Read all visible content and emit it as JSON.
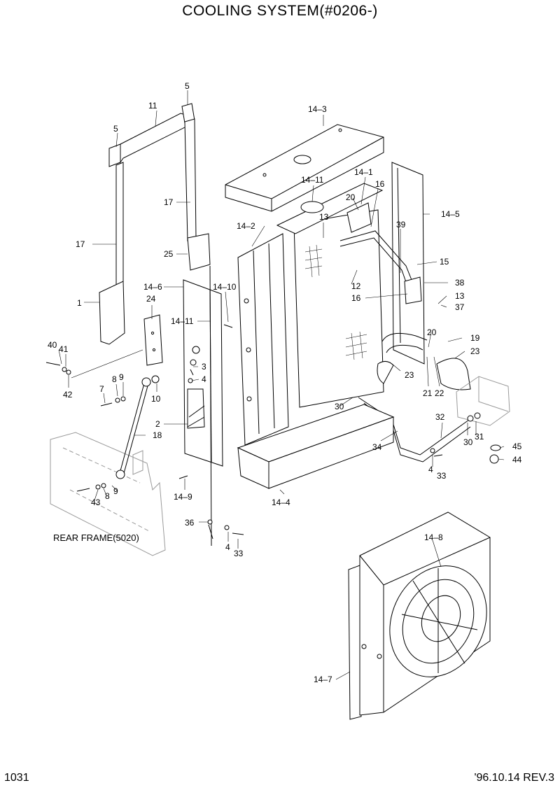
{
  "title": "COOLING SYSTEM(#0206-)",
  "page_number": "1031",
  "revision": "'96.10.14 REV.3",
  "rear_frame_label": "REAR FRAME(5020)",
  "callouts": {
    "c_5a": "5",
    "c_5b": "5",
    "c_11": "11",
    "c_17a": "17",
    "c_17b": "17",
    "c_1": "1",
    "c_25": "25",
    "c_24": "24",
    "c_14_6": "14–6",
    "c_14_10": "14–10",
    "c_14_11a": "14–11",
    "c_14_11b": "14–11",
    "c_14_3": "14–3",
    "c_14_2": "14–2",
    "c_14_1": "14–1",
    "c_14_5": "14–5",
    "c_20a": "20",
    "c_16a": "16",
    "c_13a": "13",
    "c_39": "39",
    "c_15": "15",
    "c_12": "12",
    "c_38": "38",
    "c_16b": "16",
    "c_13b": "13",
    "c_37": "37",
    "c_20b": "20",
    "c_19": "19",
    "c_23a": "23",
    "c_23b": "23",
    "c_21": "21",
    "c_22": "22",
    "c_30a": "30",
    "c_32": "32",
    "c_30b": "30",
    "c_31": "31",
    "c_34": "34",
    "c_45": "45",
    "c_44": "44",
    "c_4a": "4",
    "c_33a": "33",
    "c_14_4": "14–4",
    "c_40": "40",
    "c_41": "41",
    "c_42": "42",
    "c_7": "7",
    "c_8a": "8",
    "c_9a": "9",
    "c_10": "10",
    "c_3": "3",
    "c_4b": "4",
    "c_2": "2",
    "c_18": "18",
    "c_43": "43",
    "c_8b": "8",
    "c_9b": "9",
    "c_14_9": "14–9",
    "c_36": "36",
    "c_4c": "4",
    "c_33b": "33",
    "c_14_8": "14–8",
    "c_14_7": "14–7"
  }
}
